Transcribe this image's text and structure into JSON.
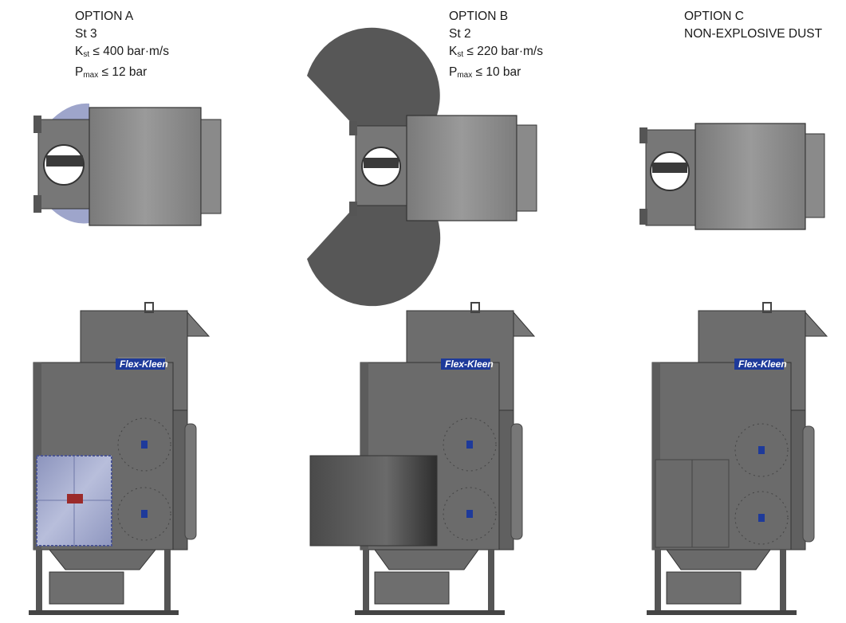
{
  "options": [
    {
      "title": "OPTION A",
      "class_label": "St 3",
      "kst": {
        "symbol": "K",
        "sub": "st",
        "text": " ≤ 400 bar·m/s"
      },
      "pmax": {
        "symbol": "P",
        "sub": "max",
        "text": " ≤ 12 bar"
      },
      "brand": "Flex-Kleen"
    },
    {
      "title": "OPTION B",
      "class_label": "St 2",
      "kst": {
        "symbol": "K",
        "sub": "st",
        "text": " ≤ 220 bar·m/s"
      },
      "pmax": {
        "symbol": "P",
        "sub": "max",
        "text": " ≤ 10 bar"
      },
      "brand": "Flex-Kleen"
    },
    {
      "title": "OPTION C",
      "class_label": "NON-EXPLOSIVE DUST",
      "brand": "Flex-Kleen"
    }
  ],
  "colors": {
    "body": "#6b6b6b",
    "body_dark": "#555555",
    "panel_blue": "#9fa6c8",
    "vent_blue": "#1e3a9a",
    "wedge": "#5a5a5a"
  }
}
